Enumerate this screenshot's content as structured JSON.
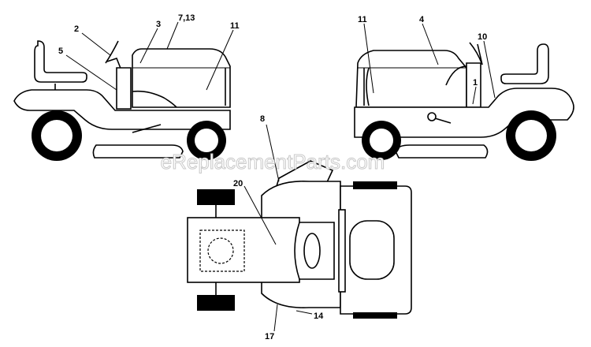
{
  "watermark": "eReplacementParts.com",
  "callouts": [
    {
      "id": "c-2",
      "text": "2"
    },
    {
      "id": "c-3",
      "text": "3"
    },
    {
      "id": "c-7-13",
      "text": "7,13"
    },
    {
      "id": "c-11-left",
      "text": "11"
    },
    {
      "id": "c-5",
      "text": "5"
    },
    {
      "id": "c-11-right",
      "text": "11"
    },
    {
      "id": "c-4",
      "text": "4"
    },
    {
      "id": "c-10",
      "text": "10"
    },
    {
      "id": "c-1",
      "text": "1"
    },
    {
      "id": "c-8",
      "text": "8"
    },
    {
      "id": "c-20",
      "text": "20"
    },
    {
      "id": "c-14",
      "text": "14"
    },
    {
      "id": "c-17",
      "text": "17"
    }
  ],
  "colors": {
    "line": "#000000",
    "background": "#ffffff",
    "watermark": "#c9c9c9"
  }
}
